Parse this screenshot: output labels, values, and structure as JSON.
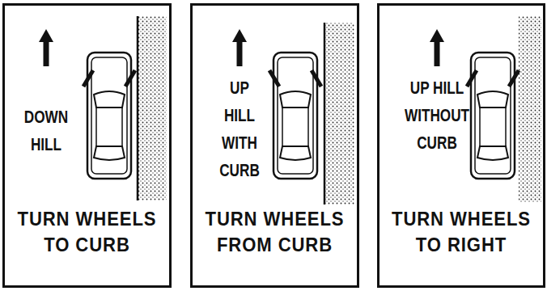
{
  "diagram": {
    "nodes": [
      {
        "text": [
          "DOWN HILL",
          "TURN WHEELS TO CURB"
        ]
      },
      {
        "text": [
          "UP HILL WITH CURB",
          "TURN WHEELS FROM CURB"
        ]
      },
      {
        "text": [
          "UP HILL WITHOUT CURB",
          "TURN WHEELS TO RIGHT"
        ]
      }
    ]
  }
}
